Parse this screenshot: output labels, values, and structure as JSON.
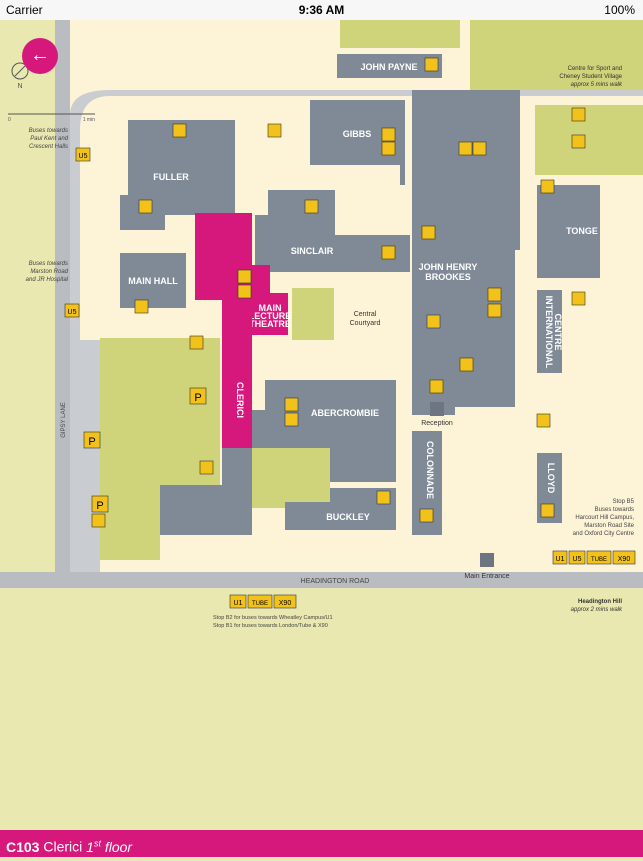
{
  "status": {
    "carrier": "Carrier",
    "time": "9:36 AM",
    "battery": "100%"
  },
  "nav": {
    "back_icon": "arrow-left-icon"
  },
  "map": {
    "buildings": {
      "john_payne": "JOHN PAYNE",
      "gibbs": "GIBBS",
      "fuller": "FULLER",
      "sinclair": "SINCLAIR",
      "john_henry_brookes_1": "JOHN HENRY",
      "john_henry_brookes_2": "BROOKES",
      "tonge": "TONGE",
      "main_hall": "MAIN HALL",
      "main_lecture_1": "MAIN",
      "main_lecture_2": "LECTURE",
      "main_lecture_3": "THEATRE",
      "clerici": "CLERICI",
      "abercrombie": "ABERCROMBIE",
      "buckley": "BUCKLEY",
      "colonnade": "COLONNADE",
      "lloyd": "LLOYD",
      "international_1": "INTERNATIONAL",
      "international_2": "CENTRE"
    },
    "central_1": "Central",
    "central_2": "Courtyard",
    "reception": "Reception",
    "main_entrance": "Main Entrance",
    "headington_road": "HEADINGTON ROAD",
    "gipsy_lane": "GIPSY LANE",
    "north": "N",
    "scale_start": "0",
    "scale_end": "1 min",
    "sport_1": "Centre for Sport and",
    "sport_2": "Cheney Student Village",
    "sport_3": "approx 5 mins walk",
    "hill_1": "Headington Hill",
    "hill_2": "approx 2 mins walk",
    "buses_paul_1": "Buses towards",
    "buses_paul_2": "Paul Kent and",
    "buses_paul_3": "Crescent Halls",
    "buses_marston_1": "Buses towards",
    "buses_marston_2": "Marston Road",
    "buses_marston_3": "and JR Hospital",
    "stop_b5_1": "Stop B5",
    "stop_b5_2": "Buses towards",
    "stop_b5_3": "Harcourt Hill Campus,",
    "stop_b5_4": "Marston Road Site",
    "stop_b5_5": "and Oxford City Centre",
    "stop_b2": "Stop B2   for buses towards Wheatley Campus/U1",
    "stop_b1": "Stop B1   for buses towards London/Tube & X90",
    "route_u5": "U5",
    "route_u1": "U1",
    "route_tube": "TUBE",
    "route_x90": "X90",
    "parking": "P"
  },
  "footer": {
    "code": "C103",
    "name": "Clerici",
    "floor_num": "1",
    "floor_sup": "st",
    "floor_word": "floor"
  },
  "colors": {
    "accent": "#d6177b",
    "building": "#7f8a96",
    "grass": "#cfd37a",
    "path": "#fdf3d7",
    "road": "#b9bdc2"
  }
}
